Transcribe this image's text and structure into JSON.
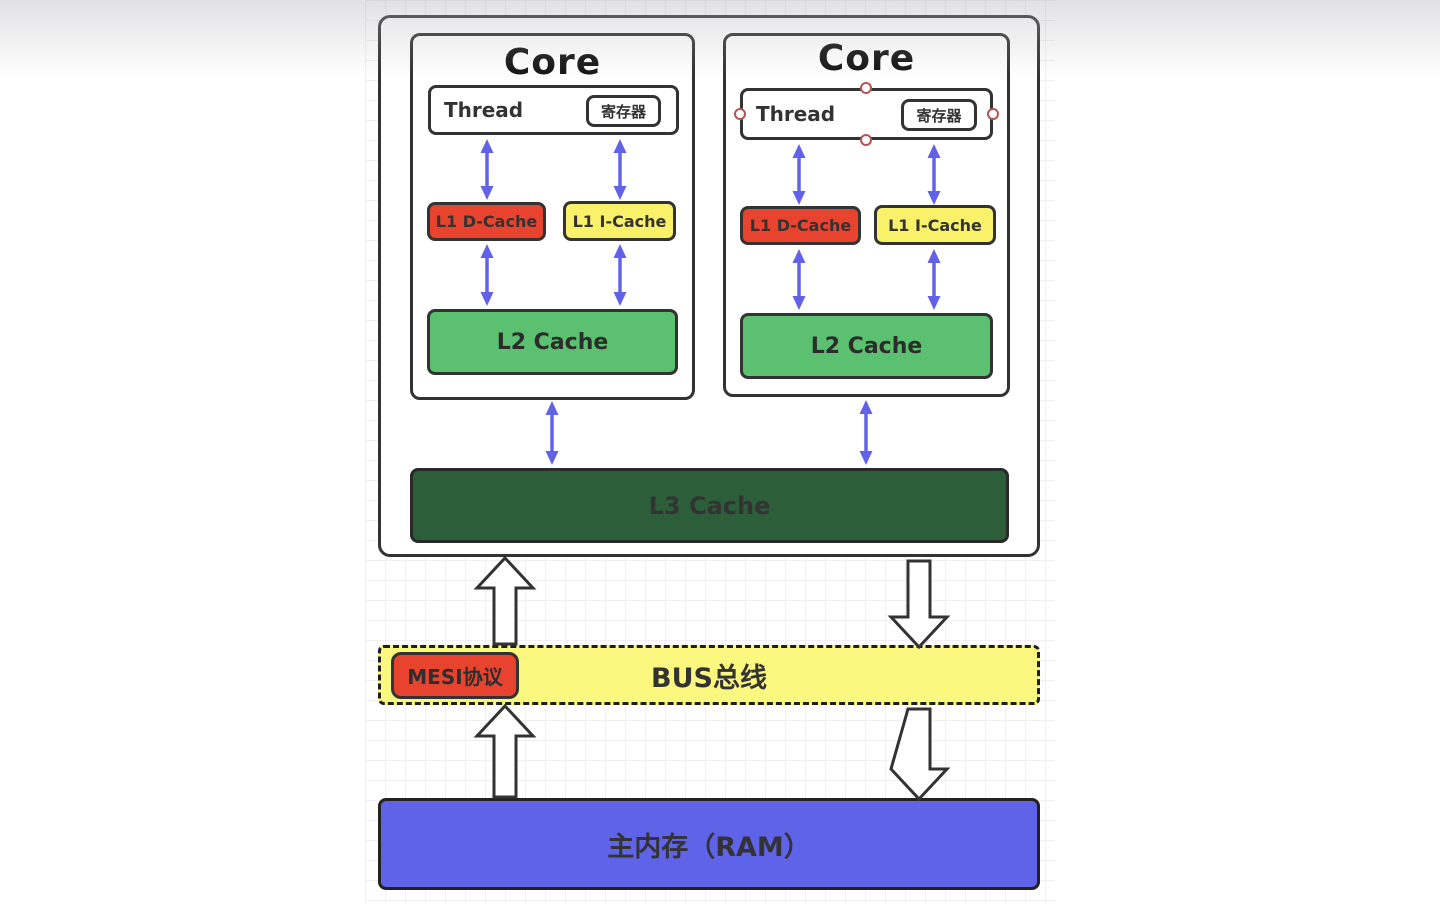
{
  "cpu": {
    "cores": [
      {
        "title": "Core",
        "thread": {
          "label": "Thread",
          "register_label": "寄存器"
        },
        "l1d_label": "L1 D-Cache",
        "l1i_label": "L1 I-Cache",
        "l2_label": "L2 Cache"
      },
      {
        "title": "Core",
        "thread": {
          "label": "Thread",
          "register_label": "寄存器"
        },
        "l1d_label": "L1 D-Cache",
        "l1i_label": "L1 I-Cache",
        "l2_label": "L2 Cache"
      }
    ],
    "l3_label": "L3 Cache"
  },
  "bus": {
    "label": "BUS总线",
    "mesi_label": "MESI协议"
  },
  "ram": {
    "label": "主内存（RAM）"
  },
  "colors": {
    "l1d": "#e8432f",
    "l1i": "#f8f169",
    "l2": "#5bc06f",
    "l3": "#2b5e39",
    "bus": "#faf87e",
    "mesi": "#e8432f",
    "ram": "#5f63e8",
    "connector": "#6262e8",
    "border": "#333333"
  }
}
